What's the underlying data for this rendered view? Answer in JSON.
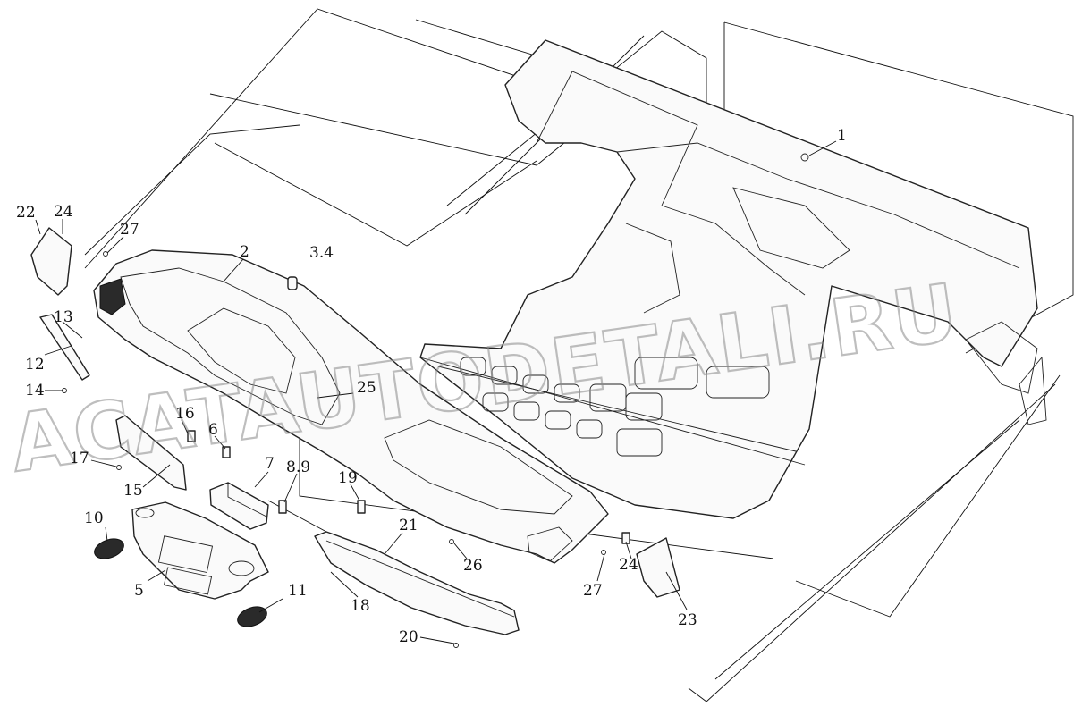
{
  "diagram": {
    "watermark": "ACATAUTODETALI.RU",
    "callouts": [
      "1",
      "2",
      "3.4",
      "5",
      "6",
      "7",
      "8.9",
      "10",
      "11",
      "12",
      "13",
      "14",
      "15",
      "16",
      "17",
      "18",
      "19",
      "20",
      "21",
      "22",
      "23",
      "24",
      "24",
      "25",
      "26",
      "27",
      "27"
    ]
  }
}
